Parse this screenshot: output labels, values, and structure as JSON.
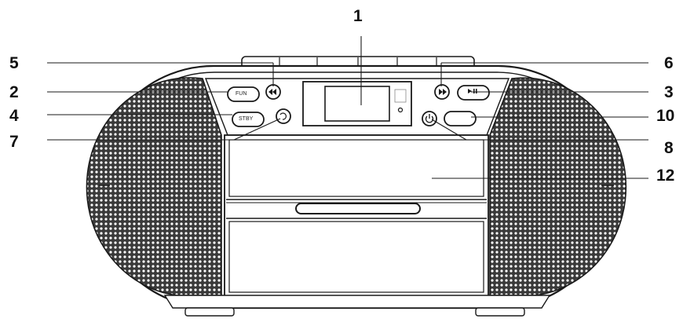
{
  "callouts": [
    {
      "id": "1",
      "text": "1"
    },
    {
      "id": "5",
      "text": "5"
    },
    {
      "id": "6",
      "text": "6"
    },
    {
      "id": "2",
      "text": "2"
    },
    {
      "id": "3",
      "text": "3"
    },
    {
      "id": "4",
      "text": "4"
    },
    {
      "id": "10",
      "text": "10"
    },
    {
      "id": "7",
      "text": "7"
    },
    {
      "id": "8",
      "text": "8"
    },
    {
      "id": "12",
      "text": "12"
    }
  ],
  "buttons": {
    "mode_label": "FUN",
    "standby_label": "STBY"
  },
  "icons": {
    "skip_back": "skip-back-icon",
    "skip_forward": "skip-forward-icon",
    "play_pause": "play-pause-icon",
    "power": "power-icon",
    "repeat": "repeat-icon"
  },
  "colors": {
    "line": "#1a1a1a",
    "grille": "#2a2a2a",
    "background": "#ffffff"
  }
}
